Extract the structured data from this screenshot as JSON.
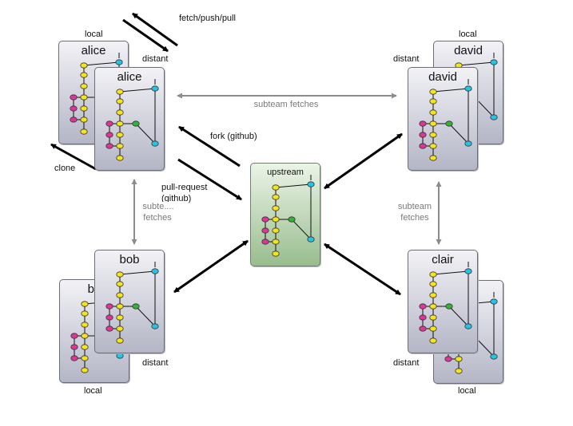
{
  "labels": {
    "fetch_push_pull": "fetch/push/pull",
    "local": "local",
    "distant": "distant",
    "clone": "clone",
    "fork": "fork (github)",
    "pull_request_line1": "pull-request",
    "pull_request_line2": "(github)",
    "subteam_fetches": "subteam fetches",
    "subteam": "subteam",
    "fetches": "fetches",
    "subteam_truncated": "subte....",
    "bob_local_partial": "bo"
  },
  "repos": {
    "alice": "alice",
    "david": "david",
    "bob": "bob",
    "clair": "clair",
    "upstream": "upstream"
  },
  "colors": {
    "commit_yellow": "#f5e41a",
    "commit_magenta": "#e0349a",
    "commit_cyan": "#23c4e6",
    "commit_green": "#33b233",
    "arrow_black": "#000000",
    "arrow_gray": "#8c8c8c"
  }
}
